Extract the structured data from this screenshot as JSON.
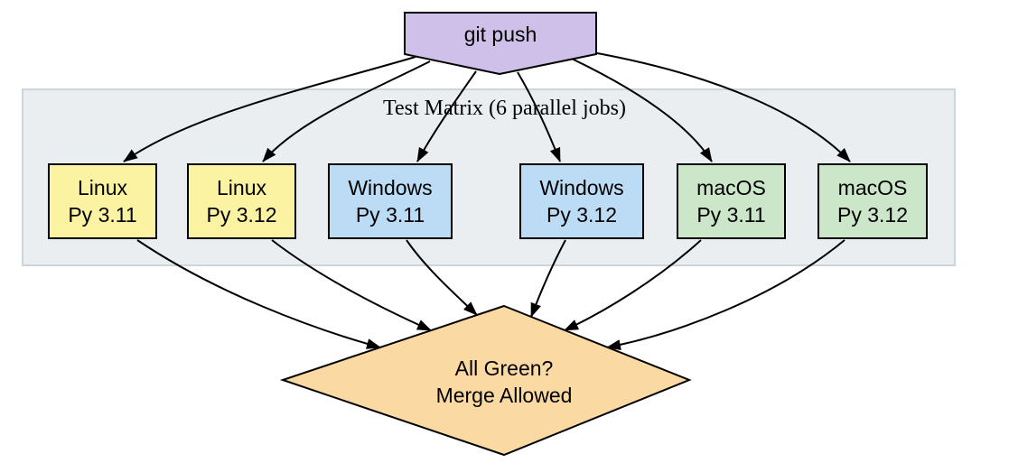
{
  "push_node": {
    "label": "git push",
    "fill": "#CEC0E8"
  },
  "cluster": {
    "label": "Test Matrix (6 parallel jobs)",
    "fill": "#EAEEF1",
    "border": "#CBD5DC"
  },
  "jobs": [
    {
      "id": "linux-py311",
      "line1": "Linux",
      "line2": "Py 3.11",
      "fill": "#FBF2A2"
    },
    {
      "id": "linux-py312",
      "line1": "Linux",
      "line2": "Py 3.12",
      "fill": "#FBF2A2"
    },
    {
      "id": "windows-py311",
      "line1": "Windows",
      "line2": "Py 3.11",
      "fill": "#BCDCF5"
    },
    {
      "id": "windows-py312",
      "line1": "Windows",
      "line2": "Py 3.12",
      "fill": "#BCDCF5"
    },
    {
      "id": "macos-py311",
      "line1": "macOS",
      "line2": "Py 3.11",
      "fill": "#CBE6C8"
    },
    {
      "id": "macos-py312",
      "line1": "macOS",
      "line2": "Py 3.12",
      "fill": "#CBE6C8"
    }
  ],
  "decision": {
    "line1": "All Green?",
    "line2": "Merge Allowed",
    "fill": "#FBD9A3"
  },
  "edges": {
    "color": "#000000",
    "connections": [
      {
        "from": "git-push",
        "to": "linux-py311"
      },
      {
        "from": "git-push",
        "to": "linux-py312"
      },
      {
        "from": "git-push",
        "to": "windows-py311"
      },
      {
        "from": "git-push",
        "to": "windows-py312"
      },
      {
        "from": "git-push",
        "to": "macos-py311"
      },
      {
        "from": "git-push",
        "to": "macos-py312"
      },
      {
        "from": "linux-py311",
        "to": "decision"
      },
      {
        "from": "linux-py312",
        "to": "decision"
      },
      {
        "from": "windows-py311",
        "to": "decision"
      },
      {
        "from": "windows-py312",
        "to": "decision"
      },
      {
        "from": "macos-py311",
        "to": "decision"
      },
      {
        "from": "macos-py312",
        "to": "decision"
      }
    ]
  }
}
